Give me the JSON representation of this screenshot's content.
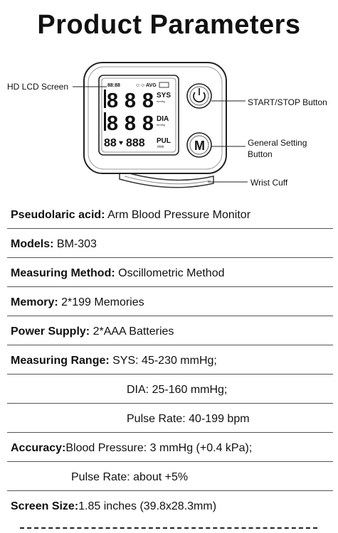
{
  "title": "Product Parameters",
  "diagram": {
    "callouts": {
      "screen": "HD LCD Screen",
      "start_stop": "START/STOP Button",
      "setting_line1": "General Setting",
      "setting_line2": "Button",
      "cuff": "Wrist Cuff"
    },
    "lcd": {
      "sys": "SYS",
      "sys_unit": "mmHg",
      "dia": "DIA",
      "dia_unit": "mmHg",
      "pul": "PUL",
      "pul_unit": "/min",
      "avg": "AVG",
      "digits": "888",
      "small_digits": "88",
      "top_digits": "88:88"
    },
    "m_button": "M"
  },
  "specs": [
    {
      "label": "Pseudolaric acid:",
      "value": " Arm Blood Pressure Monitor"
    },
    {
      "label": "Models:",
      "value": " BM-303"
    },
    {
      "label": "Measuring Method:",
      "value": " Oscillometric Method"
    },
    {
      "label": "Memory:",
      "value": " 2*199 Memories"
    },
    {
      "label": "Power Supply:",
      "value": " 2*AAA Batteries"
    },
    {
      "label": "Measuring Range:",
      "value": " SYS: 45-230 mmHg;"
    },
    {
      "label": "",
      "value": "DIA: 25-160 mmHg;"
    },
    {
      "label": "",
      "value": "Pulse Rate: 40-199 bpm"
    },
    {
      "label": "Accuracy:",
      "value": "Blood Pressure: 3 mmHg (+0.4 kPa);"
    },
    {
      "label": "",
      "value": "Pulse Rate: about +5%"
    },
    {
      "label": "Screen Size:",
      "value": "1.85 inches (39.8x28.3mm)"
    }
  ]
}
